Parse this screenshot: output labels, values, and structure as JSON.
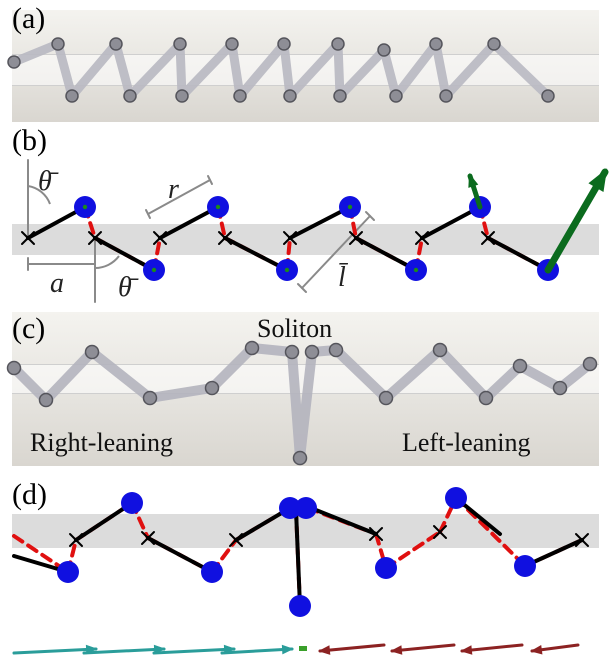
{
  "panels": {
    "a": {
      "label": "(a)"
    },
    "b": {
      "label": "(b)",
      "symbols": {
        "theta_top": "θ̄",
        "r": "r",
        "a": "a",
        "theta_bottom": "θ̄",
        "l": "l̄"
      }
    },
    "c": {
      "label": "(c)",
      "title": "Soliton",
      "left_caption": "Right-leaning",
      "right_caption": "Left-leaning"
    },
    "d": {
      "label": "(d)"
    }
  },
  "colors": {
    "node": "#1010e0",
    "node_dot": "#1a8a1a",
    "rod": "#000000",
    "spring": "#e01010",
    "band": "#dcdcdc",
    "force_arrow": "#0b6b1e",
    "dim": "#8a8a8a",
    "arrow_right": "#2a9d9a",
    "arrow_left": "#8c2222",
    "center_mark": "#3aa02a"
  },
  "icons": {
    "node": "blue-circle",
    "pivot": "cross-mark",
    "force": "green-arrow",
    "right_arrow": "teal-right-arrow",
    "left_arrow": "brown-left-arrow"
  }
}
